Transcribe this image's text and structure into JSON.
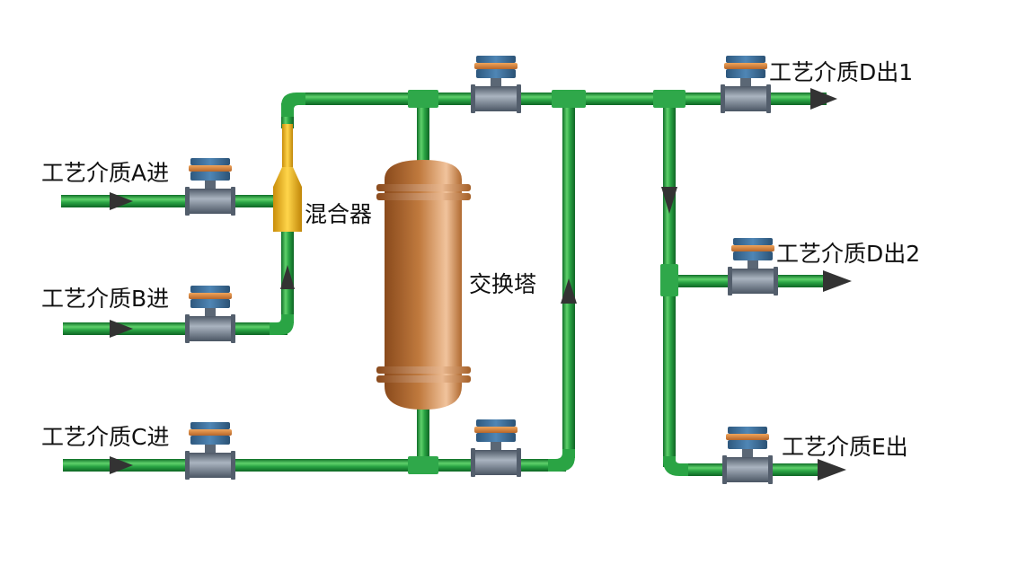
{
  "labels": {
    "inlet_a": "工艺介质A进",
    "inlet_b": "工艺介质B进",
    "inlet_c": "工艺介质C进",
    "mixer": "混合器",
    "exchange_tower": "交换塔",
    "outlet_d1": "工艺介质D出1",
    "outlet_d2": "工艺介质D出2",
    "outlet_e": "工艺介质E出"
  },
  "colors": {
    "pipe": "#1f9a3a",
    "pipe_highlight": "#5fd16b",
    "mixer": "#e6b012",
    "tower": "#b86a2c",
    "meter_body": "#6f7d8c",
    "meter_head": "#3c6f9a",
    "meter_band": "#d98a3a",
    "arrow": "#333333"
  }
}
